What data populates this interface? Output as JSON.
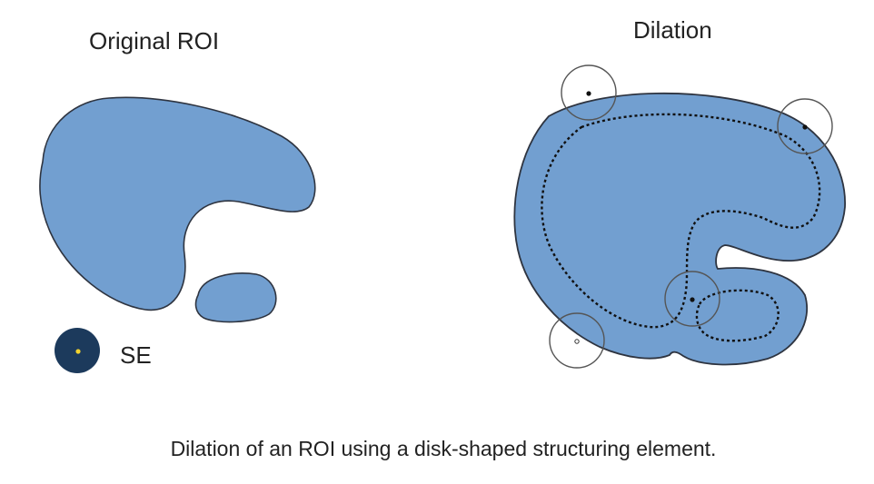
{
  "panels": {
    "original": {
      "title": "Original ROI"
    },
    "dilation": {
      "title": "Dilation"
    }
  },
  "structuring_element": {
    "label": "SE"
  },
  "caption": "Dilation of an ROI using a disk-shaped structuring element.",
  "colors": {
    "roi_fill": "#729fd0",
    "roi_outline": "#2e3440",
    "se_fill": "#1c3a5c",
    "se_center": "#f2d22e",
    "probe_circle": "#555555"
  }
}
